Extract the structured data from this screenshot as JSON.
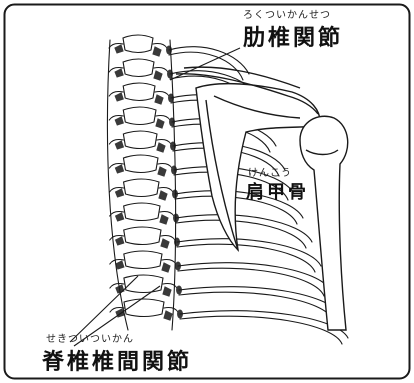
{
  "labels": {
    "rib_joint": {
      "text": "肋椎関節",
      "reading": "ろくついかんせつ"
    },
    "scapula": {
      "text": "肩甲骨",
      "reading": "けんこう"
    },
    "facet_joint": {
      "text": "脊椎椎間関節",
      "reading": "せきついついかん"
    }
  },
  "colors": {
    "line": "#1a1a1a",
    "shade": "#3a3a3a",
    "bone_fill": "#ffffff"
  }
}
